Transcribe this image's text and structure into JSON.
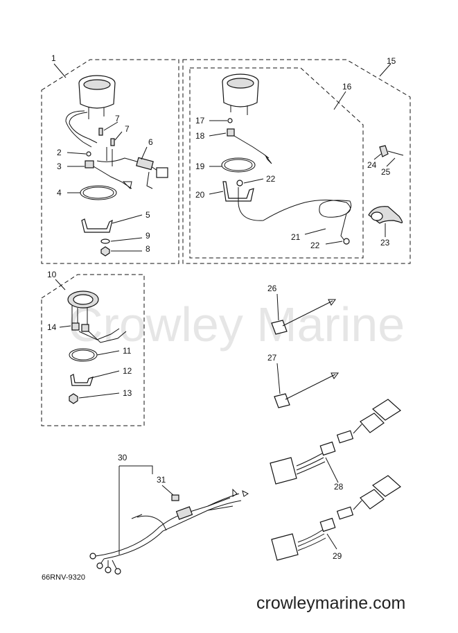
{
  "watermark": "Crowley Marine",
  "diagram_code": "66RNV-9320",
  "site_url": "crowleymarine.com",
  "callouts": {
    "c1": "1",
    "c2": "2",
    "c3": "3",
    "c4": "4",
    "c5": "5",
    "c6": "6",
    "c7a": "7",
    "c7b": "7",
    "c8": "8",
    "c9": "9",
    "c10": "10",
    "c11": "11",
    "c12": "12",
    "c13": "13",
    "c14": "14",
    "c15": "15",
    "c16": "16",
    "c17": "17",
    "c18": "18",
    "c19": "19",
    "c20": "20",
    "c21": "21",
    "c22a": "22",
    "c22b": "22",
    "c23": "23",
    "c24": "24",
    "c25": "25",
    "c26": "26",
    "c27": "27",
    "c28": "28",
    "c29": "29",
    "c30": "30",
    "c31": "31"
  }
}
